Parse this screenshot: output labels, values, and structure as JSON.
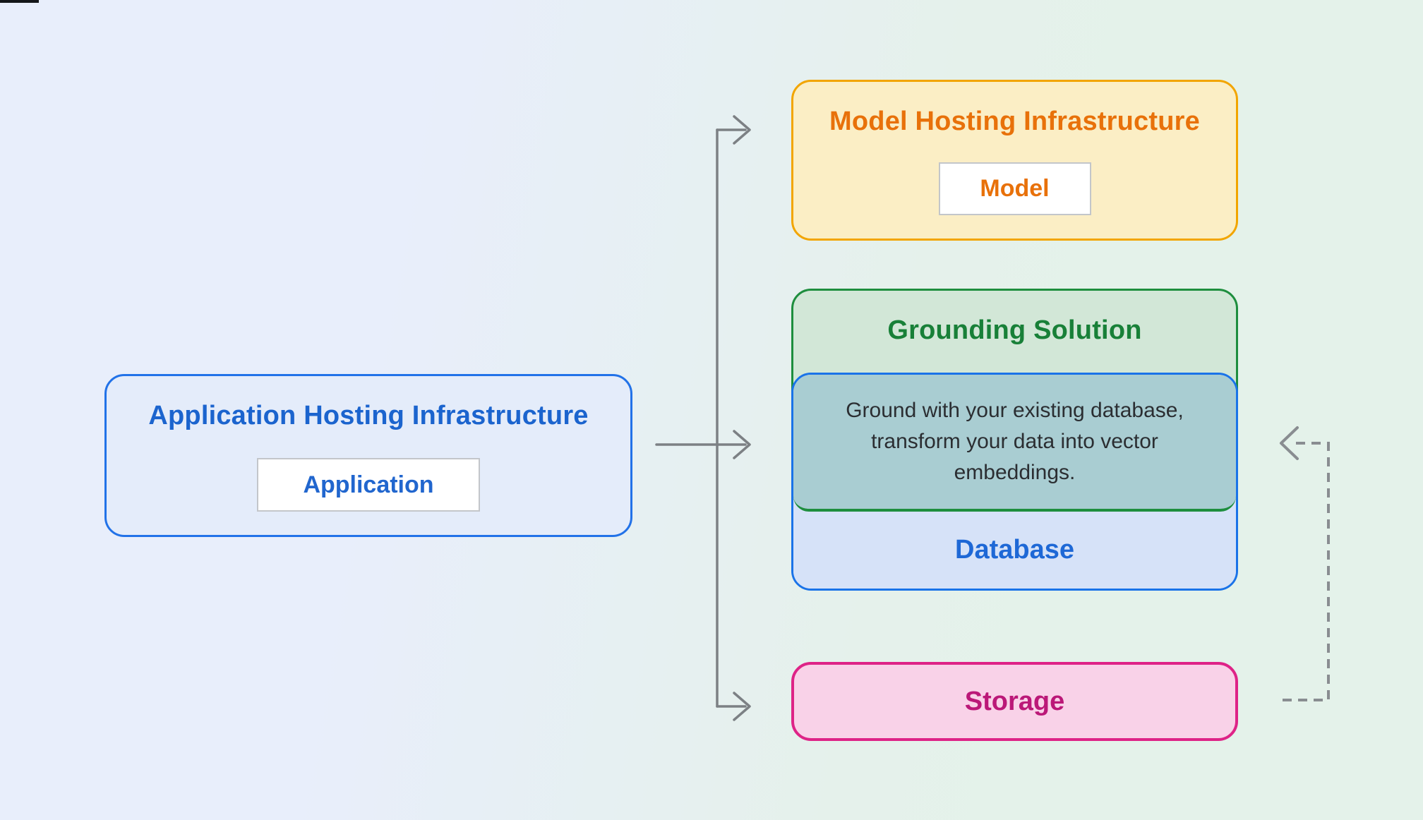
{
  "diagram": {
    "application_hosting": {
      "title": "Application Hosting Infrastructure",
      "chip_label": "Application",
      "accent_color": "#2272E8",
      "background_color": "#E4ECFA"
    },
    "model_hosting": {
      "title": "Model Hosting Infrastructure",
      "chip_label": "Model",
      "accent_color": "#E8710A",
      "border_color": "#F2A500",
      "background_color": "#FBEEC5"
    },
    "grounding_solution": {
      "title": "Grounding Solution",
      "description": "Ground with your existing database, transform your data into vector embeddings.",
      "accent_color": "#188038",
      "border_color": "#1E8E3E",
      "background_color": "#D2E7D7",
      "overlap_color": "#A9CDD2"
    },
    "database": {
      "title": "Database",
      "accent_color": "#1E68D6",
      "border_color": "#1A73E8",
      "background_color": "#D6E2F8"
    },
    "storage": {
      "title": "Storage",
      "accent_color": "#BB1878",
      "border_color": "#DE2387",
      "background_color": "#F9D2E8"
    },
    "connectors": {
      "solid_arrow_color": "#7C8084",
      "dashed_arrow_color": "#898D91"
    },
    "page_background": {
      "left_color": "#E8EEFB",
      "right_color": "#E4F2EA"
    }
  }
}
